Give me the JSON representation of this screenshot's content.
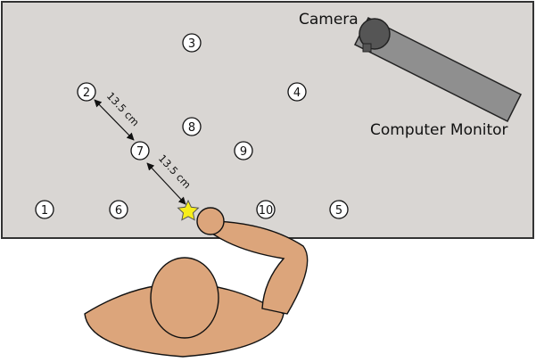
{
  "labels": {
    "camera": "Camera",
    "monitor": "Computer Monitor"
  },
  "distances": {
    "upper": "13.5 cm",
    "lower": "13.5 cm"
  },
  "targets": [
    "1",
    "2",
    "3",
    "4",
    "5",
    "6",
    "7",
    "8",
    "9",
    "10"
  ],
  "colors": {
    "table": "#d9d6d3",
    "skin": "#dca57b",
    "monitor": "#8f8f8f",
    "camera": "#555555",
    "start_star": "#f7ee1b"
  },
  "icons": {
    "start": "star-icon"
  }
}
